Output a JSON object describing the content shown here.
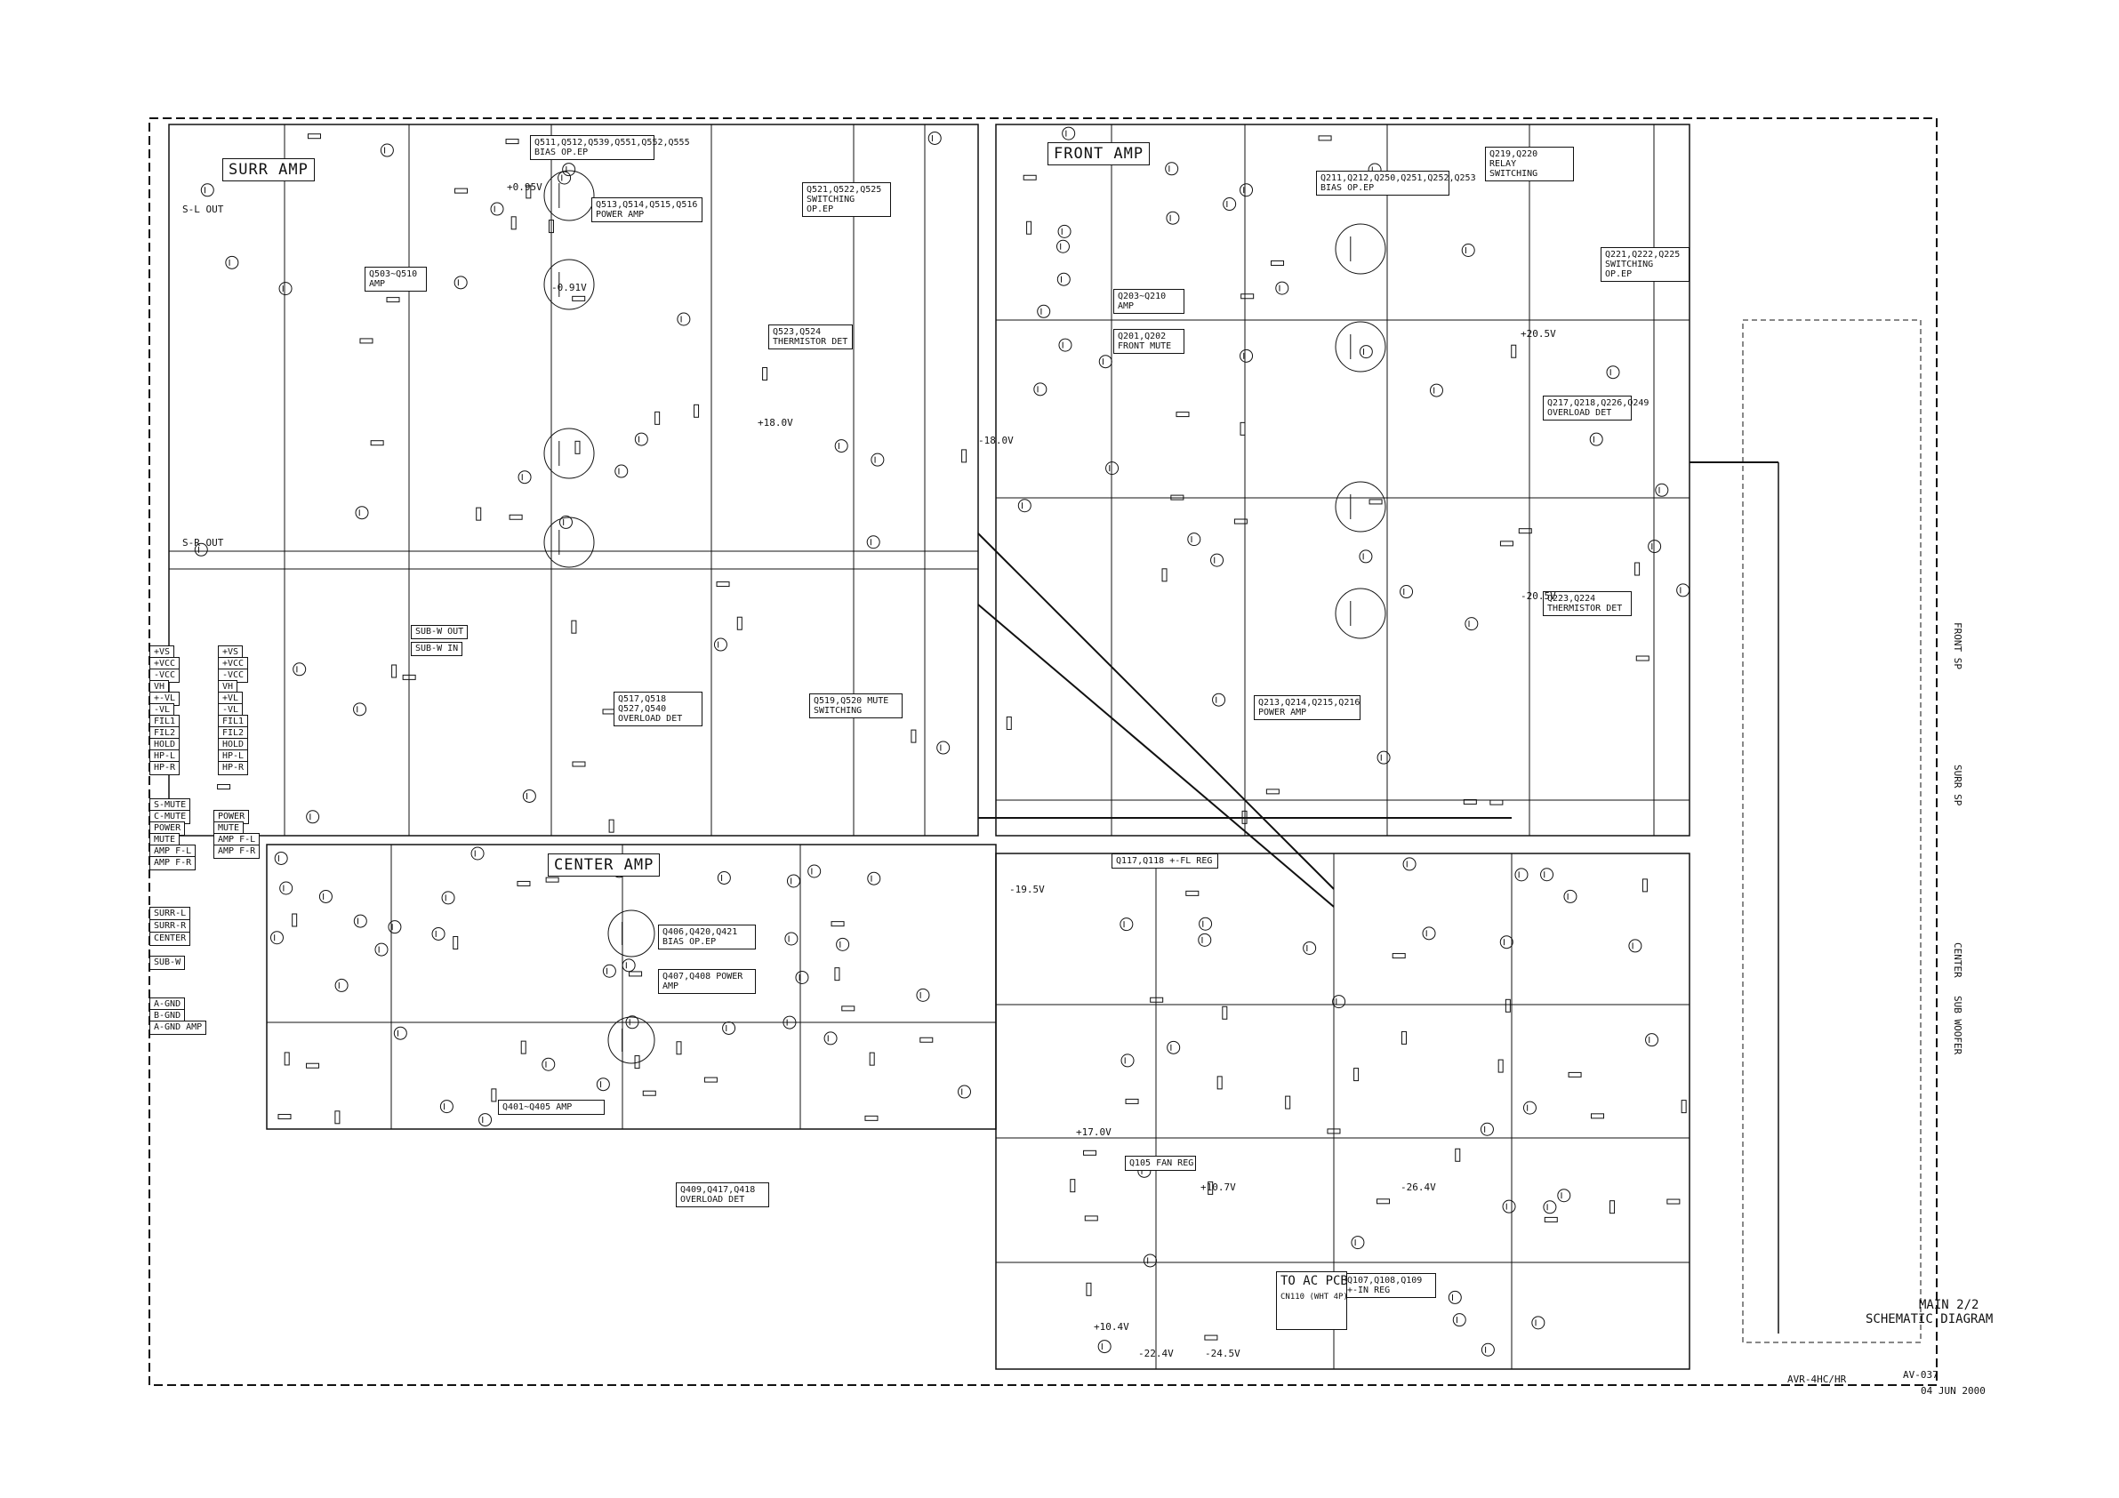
{
  "sections": {
    "surr_amp": "SURR AMP",
    "front_amp": "FRONT AMP",
    "center_amp": "CENTER AMP"
  },
  "notes": {
    "surr_bias": "Q511,Q512,Q539,Q551,Q552,Q555 BIAS OP.EP",
    "surr_power": "Q513,Q514,Q515,Q516 POWER AMP",
    "surr_amp_small": "Q503~Q510 AMP",
    "surr_switching": "Q521,Q522,Q525 SWITCHING OP.EP",
    "surr_thermistor": "Q523,Q524 THERMISTOR DET",
    "surr_overload": "Q517,Q518 Q527,Q540 OVERLOAD DET",
    "surr_mute_sw": "Q519,Q520 MUTE SWITCHING",
    "front_bias": "Q211,Q212,Q250,Q251,Q252,Q253 BIAS OP.EP",
    "front_amp_small": "Q203~Q210 AMP",
    "front_mute": "Q201,Q202 FRONT MUTE",
    "front_relay": "Q219,Q220 RELAY SWITCHING",
    "front_switching": "Q221,Q222,Q225 SWITCHING OP.EP",
    "front_overload": "Q217,Q218,Q226,Q249 OVERLOAD DET",
    "front_thermistor": "Q223,Q224 THERMISTOR DET",
    "front_power": "Q213,Q214,Q215,Q216 POWER AMP",
    "center_bias": "Q406,Q420,Q421 BIAS OP.EP",
    "center_power": "Q407,Q408 POWER AMP",
    "center_amp_small": "Q401~Q405 AMP",
    "center_overload": "Q409,Q417,Q418 OVERLOAD DET",
    "reg_1": "Q117,Q118 +-FL REG",
    "reg_2": "Q105 FAN REG",
    "reg_3": "Q107,Q108,Q109 +-IN REG",
    "to_pcb": "TO AC PCB",
    "cn": "CN110 (WHT 4P)"
  },
  "left_connector": [
    "+VS",
    "+VCC",
    "-VCC",
    "VH",
    "+-VL",
    "-VL",
    "FIL1",
    "FIL2",
    "HOLD",
    "HP-L",
    "HP-R"
  ],
  "left_connector_out": [
    "+VS",
    "+VCC",
    "-VCC",
    "VH",
    "+VL",
    "-VL",
    "FIL1",
    "FIL2",
    "HOLD",
    "HP-L",
    "HP-R"
  ],
  "mute_signals": [
    "S-MUTE",
    "C-MUTE",
    "POWER",
    "MUTE",
    "AMP F-L",
    "AMP F-R"
  ],
  "mute_signals_out": [
    "POWER",
    "MUTE",
    "AMP F-L",
    "AMP F-R"
  ],
  "surr_inputs": [
    "SURR-L",
    "SURR-R",
    "CENTER"
  ],
  "sub_signals": [
    "SUB-W",
    "A-GND",
    "B-GND",
    "A-GND AMP"
  ],
  "sub_io": [
    "SUB-W OUT",
    "SUB-W IN"
  ],
  "surr_outputs": [
    "S-L OUT",
    "S-R OUT"
  ],
  "right_outputs": [
    "FRONT SP",
    "SURR SP",
    "CENTER",
    "SUB WOOFER"
  ],
  "title_block": {
    "line1": "MAIN 2/2",
    "line2": "SCHEMATIC DIAGRAM",
    "model": "AVR-4HC/HR",
    "doc_no": "AV-037",
    "date": "04 JUN 2000"
  },
  "voltages": [
    "+0.95V",
    "-0.91V",
    "+20.5V",
    "-20.5V",
    "+18.0V",
    "-18.0V",
    "+10.4V",
    "-22.4V",
    "-24.5V",
    "+17.0V",
    "+10.7V",
    "-19.5V",
    "-26.4V"
  ]
}
